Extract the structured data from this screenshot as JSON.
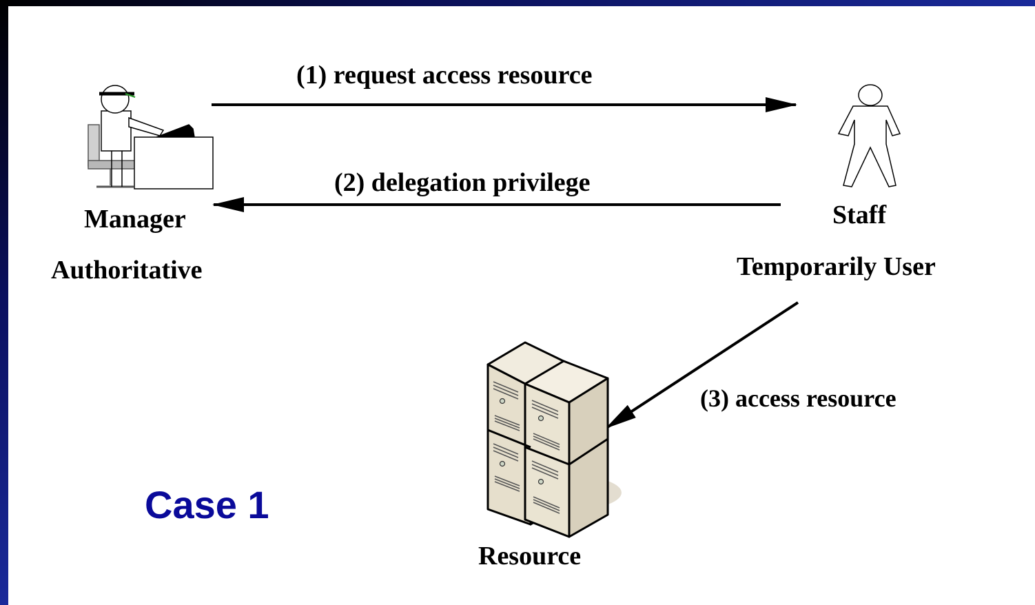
{
  "arrows": {
    "request": "(1) request access resource",
    "delegation": "(2) delegation privilege",
    "access": "(3) access resource"
  },
  "actors": {
    "manager": {
      "name": "Manager",
      "role": "Authoritative",
      "icon": "manager-at-desk-icon"
    },
    "staff": {
      "name": "Staff",
      "role": "Temporarily User",
      "icon": "stick-figure-user-icon"
    },
    "resource": {
      "name": "Resource",
      "icon": "server-stack-icon"
    }
  },
  "case_label": "Case 1",
  "colors": {
    "case_label": "#0a0a9a",
    "frame": "#0a0f55",
    "server": "#e8e2d0"
  }
}
